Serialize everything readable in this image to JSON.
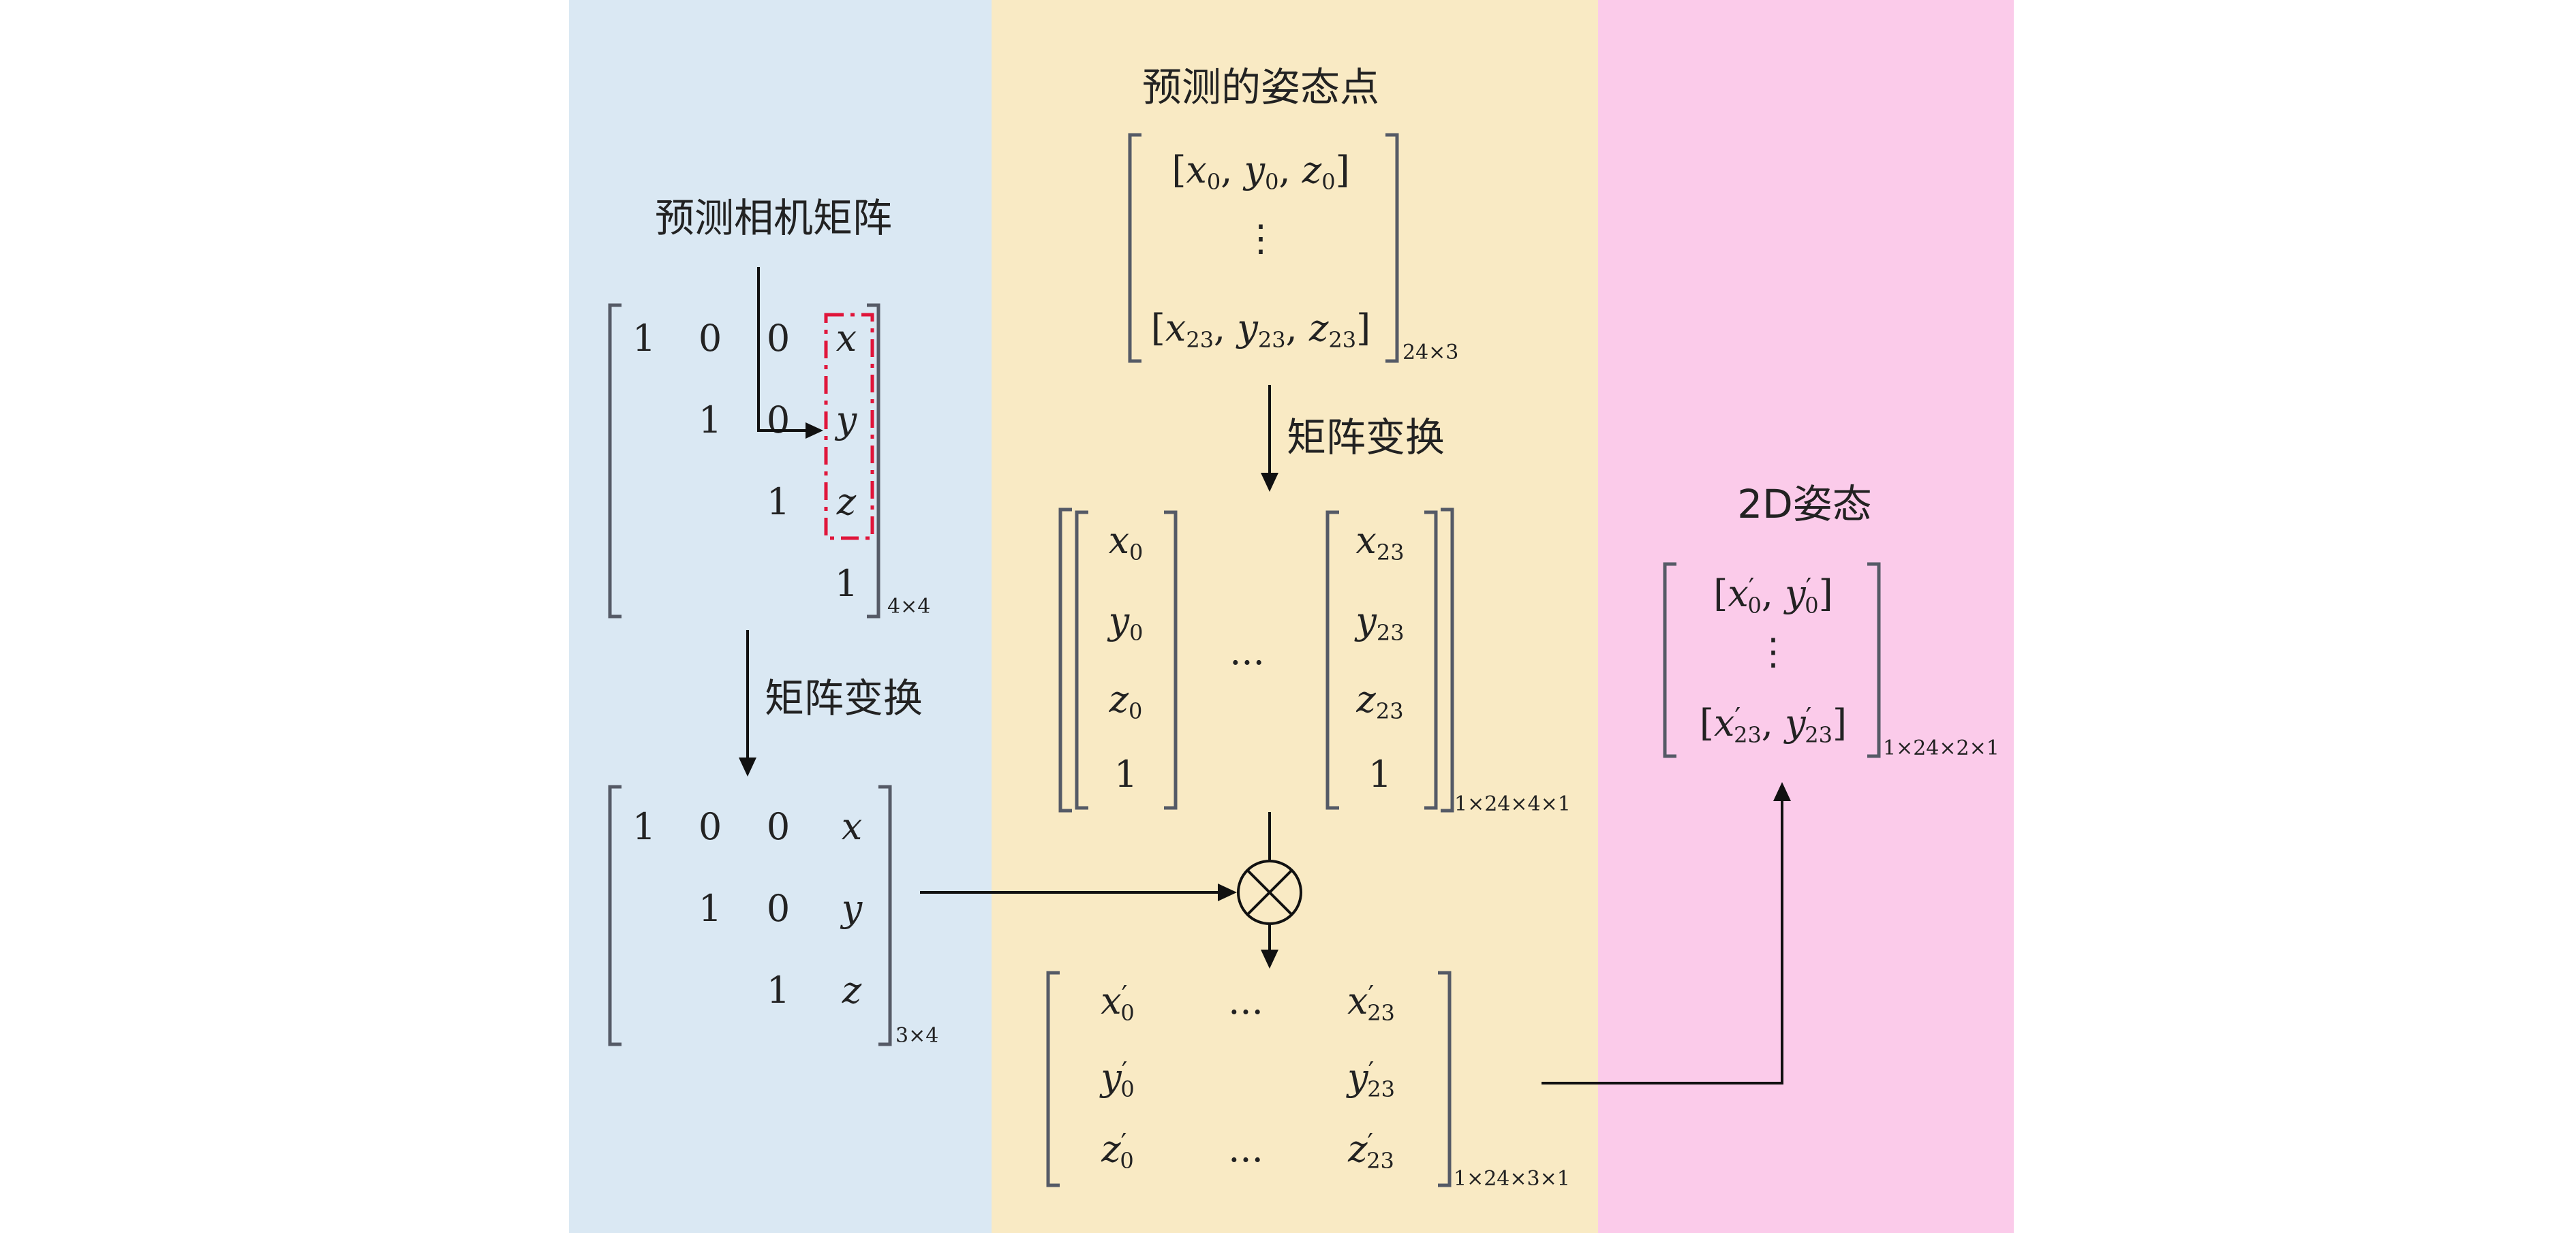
{
  "colors": {
    "panel_left": "#dae8f3",
    "panel_middle": "#f9eac4",
    "panel_right": "#fbcbea",
    "highlight": "#e0153a",
    "ink": "#222222"
  },
  "left": {
    "title": "预测相机矩阵",
    "transform_label": "矩阵变换",
    "matrix4_dim": "4×4",
    "matrix3_dim": "3×4",
    "m4": {
      "r1c1": "1",
      "r1c2": "0",
      "r1c3": "0",
      "r1c4": "x",
      "r2c2": "1",
      "r2c3": "0",
      "r2c4": "y",
      "r3c3": "1",
      "r3c4": "z",
      "r4c4": "1"
    },
    "m3": {
      "r1c1": "1",
      "r1c2": "0",
      "r1c3": "0",
      "r1c4": "x",
      "r2c2": "1",
      "r2c3": "0",
      "r2c4": "y",
      "r3c3": "1",
      "r3c4": "z"
    }
  },
  "middle": {
    "title": "预测的姿态点",
    "transform_label": "矩阵变换",
    "points_dim": "24×3",
    "row_first": {
      "a": "x",
      "as": "0",
      "b": "y",
      "bs": "0",
      "c": "z",
      "cs": "0"
    },
    "row_last": {
      "a": "x",
      "as": "23",
      "b": "y",
      "bs": "23",
      "c": "z",
      "cs": "23"
    },
    "vdots": "⋮",
    "col_first": {
      "x": "x",
      "xs": "0",
      "y": "y",
      "ys": "0",
      "z": "z",
      "zs": "0",
      "one": "1"
    },
    "col_last": {
      "x": "x",
      "xs": "23",
      "y": "y",
      "ys": "23",
      "z": "z",
      "zs": "23",
      "one": "1"
    },
    "hdots": "...",
    "stack_dim": "1×24×4×1",
    "multiply_symbol": "⊗",
    "result_dim": "1×24×3×1",
    "result": {
      "r1c1": "x",
      "r1c1s": "0",
      "r1c3": "x",
      "r1c3s": "23",
      "r2c1": "y",
      "r2c1s": "0",
      "r2c3": "y",
      "r2c3s": "23",
      "r3c1": "z",
      "r3c1s": "0",
      "r3c3": "z",
      "r3c3s": "23",
      "prime": "′",
      "dots": "..."
    }
  },
  "right": {
    "title": "2D姿态",
    "row_first": {
      "a": "x",
      "as": "0",
      "b": "y",
      "bs": "0"
    },
    "row_last": {
      "a": "x",
      "as": "23",
      "b": "y",
      "bs": "23"
    },
    "prime": "′",
    "vdots": "⋮",
    "dim": "1×24×2×1"
  }
}
